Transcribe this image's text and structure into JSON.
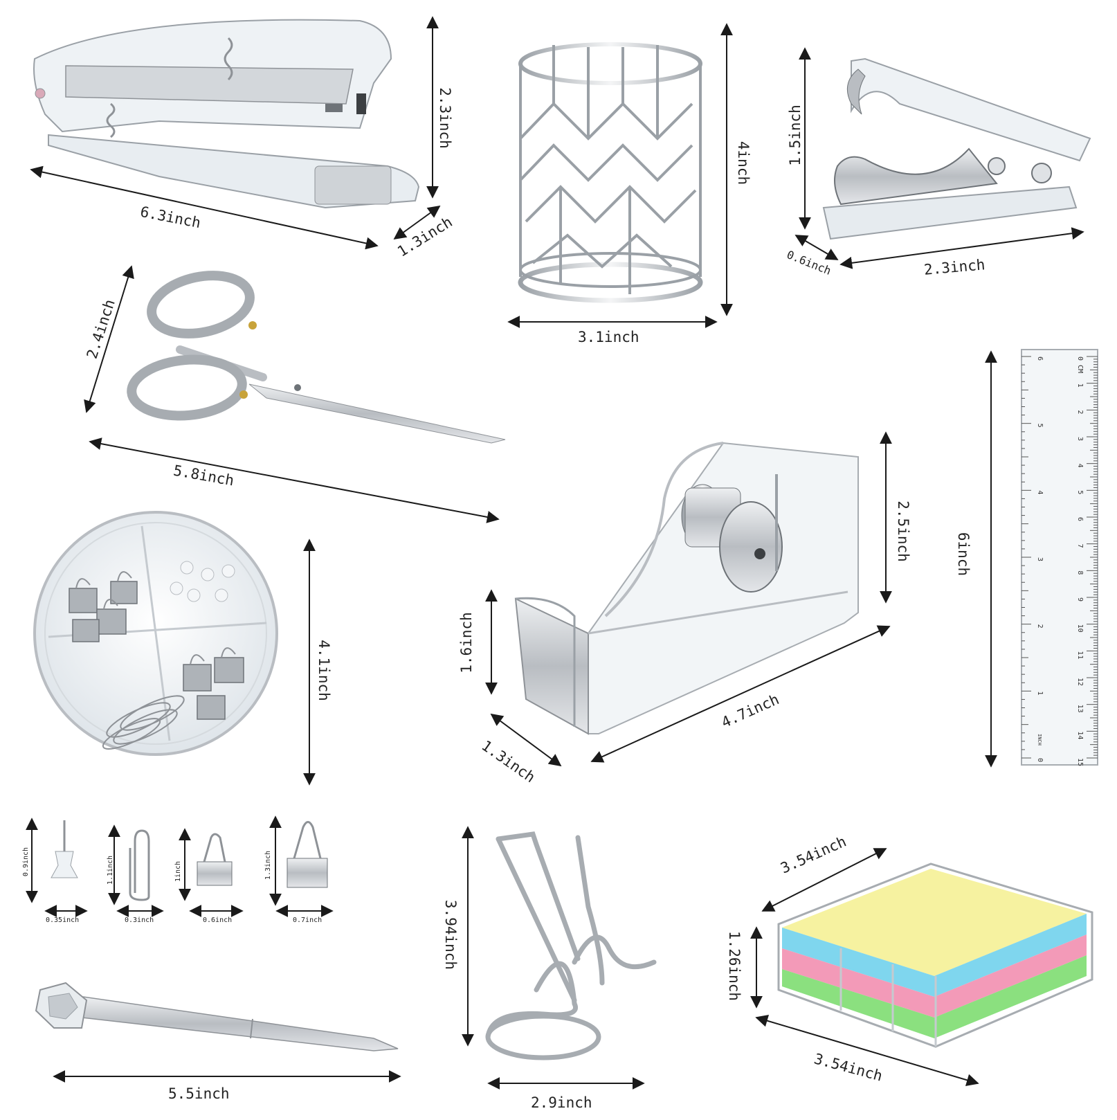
{
  "palette": {
    "metal": "#c9ccd0",
    "metal_dark": "#8e9297",
    "acrylic": "#e6ebef",
    "brass": "#c8a33a",
    "note_yellow": "#f6f2a0",
    "note_cyan": "#7fd6ee",
    "note_pink": "#f39ab8",
    "note_green": "#8be07f",
    "arrow": "#1a1a1a"
  },
  "items": [
    {
      "id": "stapler",
      "icon": "stapler-icon",
      "dims": [
        "6.3inch",
        "2.3inch",
        "1.3inch"
      ]
    },
    {
      "id": "pen-holder",
      "icon": "wire-pen-holder-icon",
      "dims": [
        "3.1inch",
        "4inch"
      ]
    },
    {
      "id": "staple-remover",
      "icon": "staple-remover-icon",
      "dims": [
        "2.3inch",
        "1.5inch",
        "0.6inch"
      ]
    },
    {
      "id": "scissors",
      "icon": "scissors-icon",
      "dims": [
        "5.8inch",
        "2.4inch"
      ]
    },
    {
      "id": "tape-dispenser",
      "icon": "tape-dispenser-icon",
      "dims": [
        "4.7inch",
        "2.5inch",
        "1.6inch",
        "1.3inch"
      ]
    },
    {
      "id": "ruler",
      "icon": "ruler-icon",
      "dims": [
        "6inch"
      ]
    },
    {
      "id": "clip-organizer",
      "icon": "round-clip-organizer-icon",
      "dims": [
        "4.1inch"
      ]
    },
    {
      "id": "push-pin",
      "icon": "push-pin-icon",
      "dims": [
        "0.9inch",
        "0.35inch"
      ]
    },
    {
      "id": "paper-clip",
      "icon": "paper-clip-icon",
      "dims": [
        "1.1inch",
        "0.3inch"
      ]
    },
    {
      "id": "binder-clip-small",
      "icon": "binder-clip-icon",
      "dims": [
        "1inch",
        "0.6inch"
      ]
    },
    {
      "id": "binder-clip-large",
      "icon": "binder-clip-icon",
      "dims": [
        "1.3inch",
        "0.7inch"
      ]
    },
    {
      "id": "pen",
      "icon": "crystal-pen-icon",
      "dims": [
        "5.5inch"
      ]
    },
    {
      "id": "phone-stand",
      "icon": "phone-stand-icon",
      "dims": [
        "3.94inch",
        "2.9inch"
      ]
    },
    {
      "id": "sticky-note-holder",
      "icon": "sticky-note-holder-icon",
      "dims": [
        "3.54inch",
        "1.26inch",
        "3.54inch"
      ]
    }
  ],
  "ruler": {
    "cm_numbers": [
      "0 CM",
      "1",
      "2",
      "3",
      "4",
      "5",
      "6",
      "7",
      "8",
      "9",
      "10",
      "11",
      "12",
      "13",
      "14",
      "15"
    ],
    "inch_numbers": [
      "6",
      "5",
      "4",
      "3",
      "2",
      "1",
      "0"
    ],
    "unit_cm": "CM",
    "unit_inch": "INCH"
  }
}
